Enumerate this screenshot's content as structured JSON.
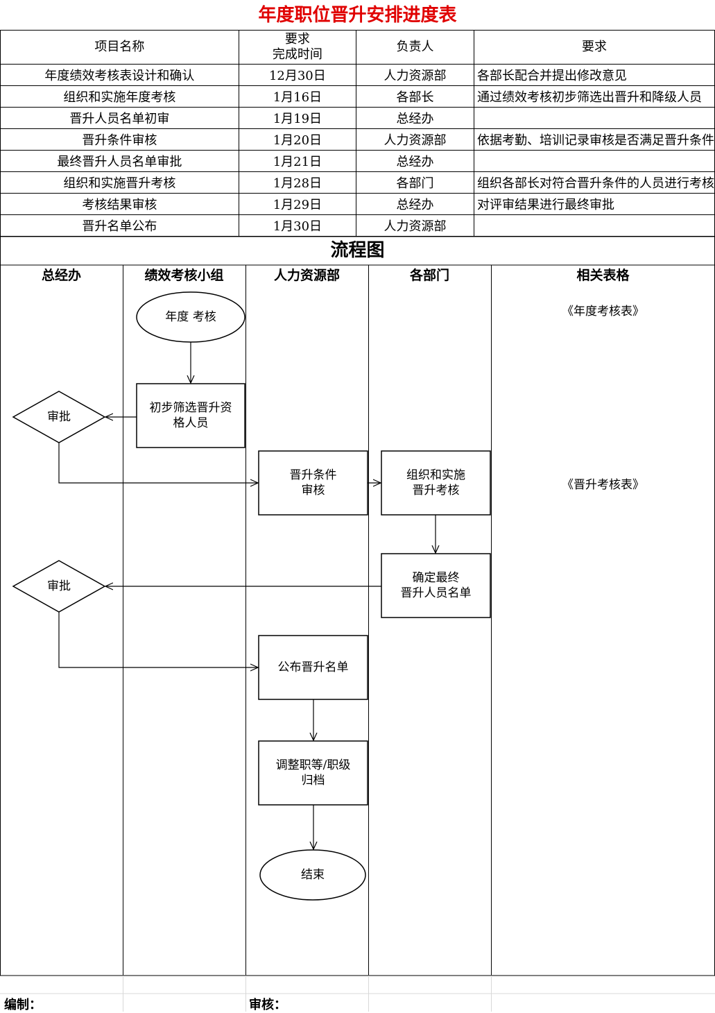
{
  "title": "年度职位晋升安排进度表",
  "schedule": {
    "headers": {
      "project": "项目名称",
      "time_line1": "要求",
      "time_line2": "完成时间",
      "owner": "负责人",
      "requirement": "要求"
    },
    "rows": [
      {
        "project": "年度绩效考核表设计和确认",
        "time": "12月30日",
        "owner": "人力资源部",
        "requirement": "各部长配合并提出修改意见"
      },
      {
        "project": "组织和实施年度考核",
        "time": "1月16日",
        "owner": "各部长",
        "requirement": "通过绩效考核初步筛选出晋升和降级人员"
      },
      {
        "project": "晋升人员名单初审",
        "time": "1月19日",
        "owner": "总经办",
        "requirement": ""
      },
      {
        "project": "晋升条件审核",
        "time": "1月20日",
        "owner": "人力资源部",
        "requirement": "依据考勤、培训记录审核是否满足晋升条件"
      },
      {
        "project": "最终晋升人员名单审批",
        "time": "1月21日",
        "owner": "总经办",
        "requirement": ""
      },
      {
        "project": "组织和实施晋升考核",
        "time": "1月28日",
        "owner": "各部门",
        "requirement": "组织各部长对符合晋升条件的人员进行考核"
      },
      {
        "project": "考核结果审核",
        "time": "1月29日",
        "owner": "总经办",
        "requirement": "对评审结果进行最终审批"
      },
      {
        "project": "晋升名单公布",
        "time": "1月30日",
        "owner": "人力资源部",
        "requirement": ""
      }
    ]
  },
  "flow": {
    "title": "流程图",
    "lanes": [
      "总经办",
      "绩效考核小组",
      "人力资源部",
      "各部门",
      "相关表格"
    ],
    "nodes": {
      "start": "年度 考核",
      "screen": [
        "初步筛选晋升资",
        "格人员"
      ],
      "approve1": "审批",
      "condition": [
        "晋升条件",
        "审核"
      ],
      "assess": [
        "组织和实施",
        "晋升考核"
      ],
      "confirm": [
        "确定最终",
        "晋升人员名单"
      ],
      "approve2": "审批",
      "publish": "公布晋升名单",
      "adjust": [
        "调整职等/职级",
        "归档"
      ],
      "end": "结束"
    },
    "forms": [
      "《年度考核表》",
      "《晋升考核表》"
    ]
  },
  "footer": {
    "prepared": "编制：",
    "reviewed": "审核："
  }
}
